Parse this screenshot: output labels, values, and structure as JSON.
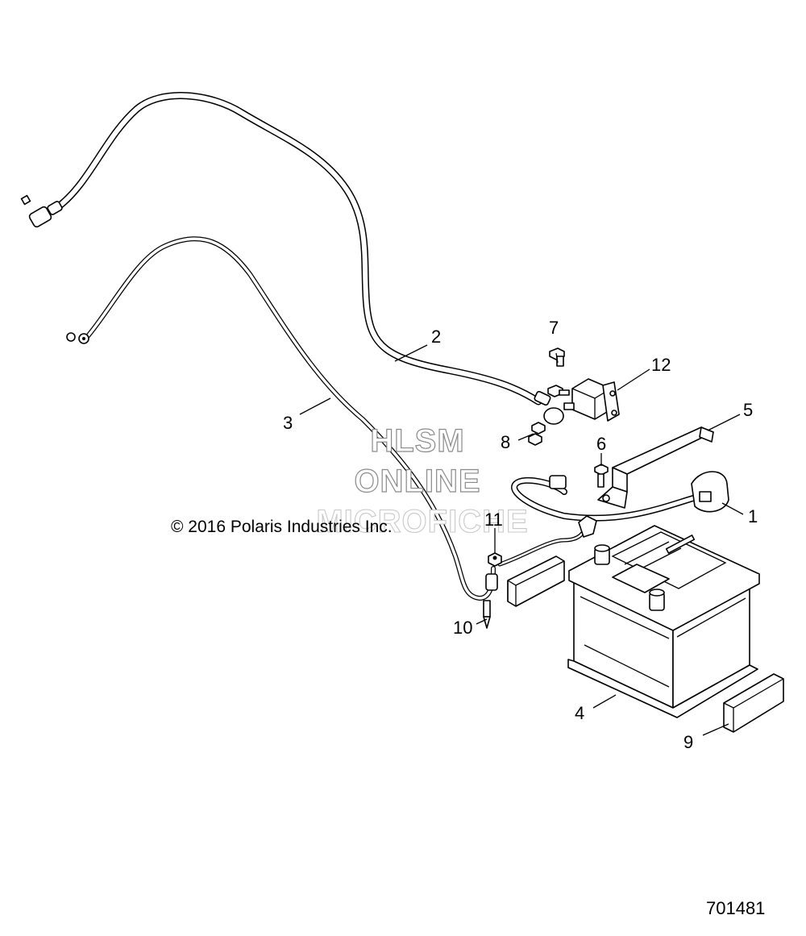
{
  "diagram": {
    "copyright": "© 2016 Polaris Industries Inc.",
    "figure_number": "701481",
    "watermark": [
      "HLSM",
      "ONLINE",
      "MICROFICHE"
    ],
    "callouts": [
      {
        "id": "c1",
        "label": "1"
      },
      {
        "id": "c2",
        "label": "2"
      },
      {
        "id": "c3",
        "label": "3"
      },
      {
        "id": "c4",
        "label": "4"
      },
      {
        "id": "c5",
        "label": "5"
      },
      {
        "id": "c6",
        "label": "6"
      },
      {
        "id": "c7",
        "label": "7"
      },
      {
        "id": "c8",
        "label": "8"
      },
      {
        "id": "c9",
        "label": "9"
      },
      {
        "id": "c10",
        "label": "10"
      },
      {
        "id": "c11",
        "label": "11"
      },
      {
        "id": "c12",
        "label": "12"
      }
    ]
  }
}
